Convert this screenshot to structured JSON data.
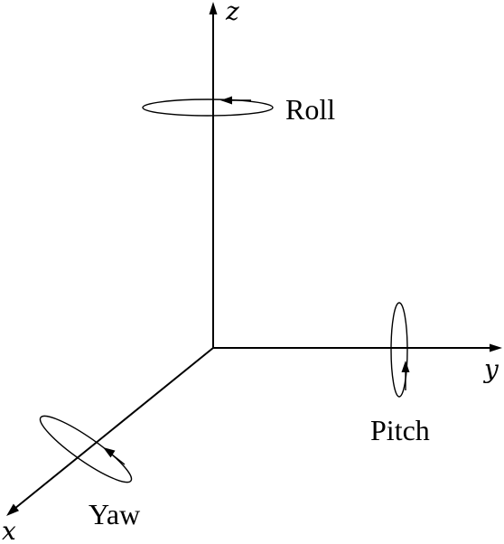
{
  "axes": {
    "z_label": "z",
    "y_label": "y",
    "x_label": "x"
  },
  "rotations": {
    "roll_label": "Roll",
    "pitch_label": "Pitch",
    "yaw_label": "Yaw"
  },
  "colors": {
    "stroke": "#000000",
    "background": "#ffffff"
  }
}
